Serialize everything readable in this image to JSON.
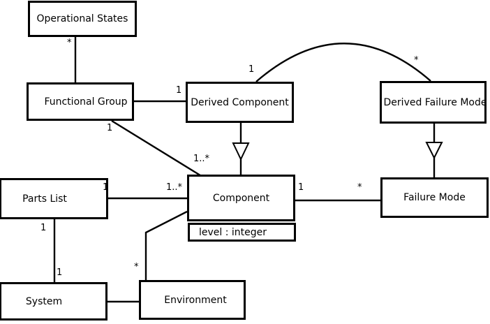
{
  "diagram": {
    "type": "uml-class-diagram",
    "background_color": "#ffffff",
    "line_color": "#000000",
    "box_fill_color": "#ffffff",
    "text_color": "#000000"
  },
  "classes": {
    "operational_states": {
      "name": "Operational States"
    },
    "functional_group": {
      "name": "Functional Group"
    },
    "derived_component": {
      "name": "Derived Component"
    },
    "derived_failure_mode": {
      "name": "Derived Failure Mode"
    },
    "parts_list": {
      "name": "Parts List"
    },
    "component": {
      "name": "Component",
      "attributes": [
        "level : integer"
      ]
    },
    "failure_mode": {
      "name": "Failure Mode"
    },
    "system": {
      "name": "System"
    },
    "environment": {
      "name": "Environment"
    }
  },
  "edges": [
    {
      "id": "os-fg",
      "from": "Operational States",
      "to": "Functional Group",
      "type": "association",
      "mult_from": "*"
    },
    {
      "id": "fg-dc",
      "from": "Functional Group",
      "to": "Derived Component",
      "type": "association",
      "mult_to": "1"
    },
    {
      "id": "fg-comp",
      "from": "Functional Group",
      "to": "Component",
      "type": "association",
      "mult_from": "1",
      "mult_to": "1..*"
    },
    {
      "id": "dc-dfm",
      "from": "Derived Component",
      "to": "Derived Failure Mode",
      "type": "association",
      "mult_from": "1",
      "mult_to": "*"
    },
    {
      "id": "dc-comp",
      "from": "Derived Component",
      "to": "Component",
      "type": "generalization"
    },
    {
      "id": "pl-comp",
      "from": "Parts List",
      "to": "Component",
      "type": "association",
      "mult_from": "1",
      "mult_to": "1..*"
    },
    {
      "id": "comp-fm",
      "from": "Component",
      "to": "Failure Mode",
      "type": "association",
      "mult_from": "1",
      "mult_to": "*"
    },
    {
      "id": "dfm-fm",
      "from": "Derived Failure Mode",
      "to": "Failure Mode",
      "type": "generalization"
    },
    {
      "id": "pl-sys",
      "from": "Parts List",
      "to": "System",
      "type": "association",
      "mult_from": "1",
      "mult_to": "1"
    },
    {
      "id": "comp-env",
      "from": "Component",
      "to": "Environment",
      "type": "association",
      "mult_to": "*"
    },
    {
      "id": "sys-env",
      "from": "System",
      "to": "Environment",
      "type": "association"
    }
  ]
}
